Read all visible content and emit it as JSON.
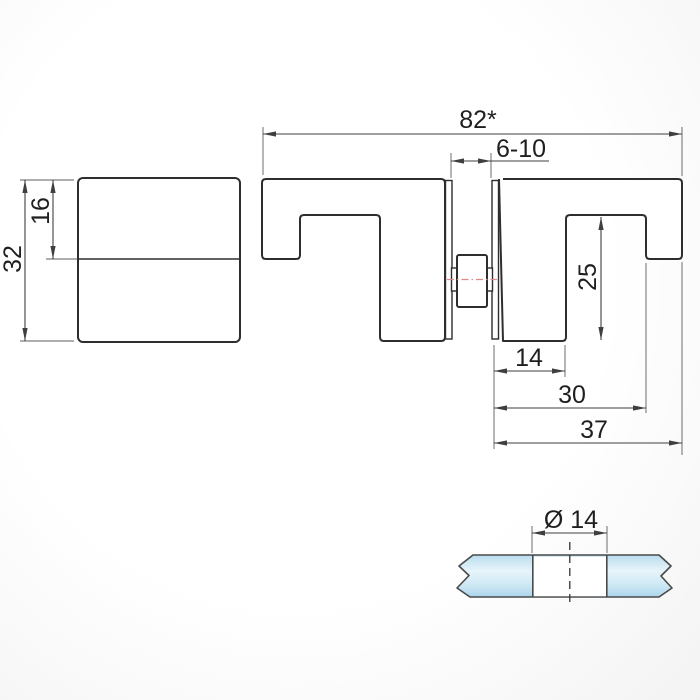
{
  "drawing": {
    "side_view": {
      "height": "32",
      "half_height": "16"
    },
    "front_view": {
      "overall_length": "82*",
      "glass_thickness": "6-10",
      "slot_depth": "25",
      "hole_offset": "14",
      "inner_depth": "30",
      "body_depth": "37"
    },
    "glass_section": {
      "hole_diameter": "Ø 14"
    }
  },
  "colors": {
    "outline": "#2e2e2e",
    "dimension": "#3f3f3f",
    "text": "#1f1f1f",
    "centerline_red": "#e08a8a",
    "glass_top": "#b9ddee",
    "glass_light": "#e7f4fa",
    "glass_mid": "#cde8f4",
    "glass_bottom": "#abd6ec"
  }
}
